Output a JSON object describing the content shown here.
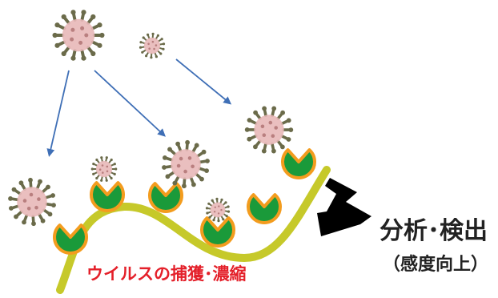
{
  "labels": {
    "capture_caption": "ウイルスの捕獲･濃縮",
    "result_title": "分析･検出",
    "result_note": "（感度向上）"
  },
  "colors": {
    "curve": "#c6c92a",
    "receptor_fill": "#1a9a3a",
    "receptor_ring": "#f39c1e",
    "arrow_blue": "#3f6fb6",
    "big_arrow": "#000000",
    "caption": "#e4202a",
    "result_text": "#222222",
    "virus_body": "#e8b8b8",
    "virus_spike": "#6b6b4a"
  },
  "icons": {
    "virus": "virus-icon",
    "receptor": "receptor-icon",
    "arrow": "arrow-icon"
  }
}
